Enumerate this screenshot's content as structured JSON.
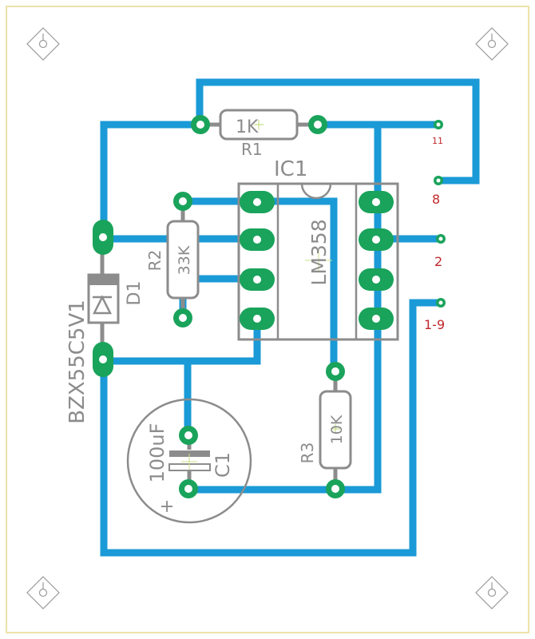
{
  "colors": {
    "board_outline": "#e9d98a",
    "trace": "#1a9ad6",
    "pad": "#1aa35b",
    "silkscreen": "#8c8c8c",
    "pin_label": "#c0282d",
    "drill": "#ffffff"
  },
  "components": {
    "r1": {
      "name": "R1",
      "value": "1K"
    },
    "r2": {
      "name": "R2",
      "value": "33K"
    },
    "r3": {
      "name": "R3",
      "value": "10K"
    },
    "ic1": {
      "name": "IC1",
      "value": "LM358"
    },
    "d1": {
      "name": "D1",
      "value": "BZX55C5V1"
    },
    "c1": {
      "name": "C1",
      "value": "100uF",
      "polarity": "+"
    }
  },
  "connector_labels": [
    "11",
    "8",
    "2",
    "1-9"
  ],
  "mounting_holes": [
    "top-left",
    "top-right",
    "bottom-left",
    "bottom-right"
  ]
}
